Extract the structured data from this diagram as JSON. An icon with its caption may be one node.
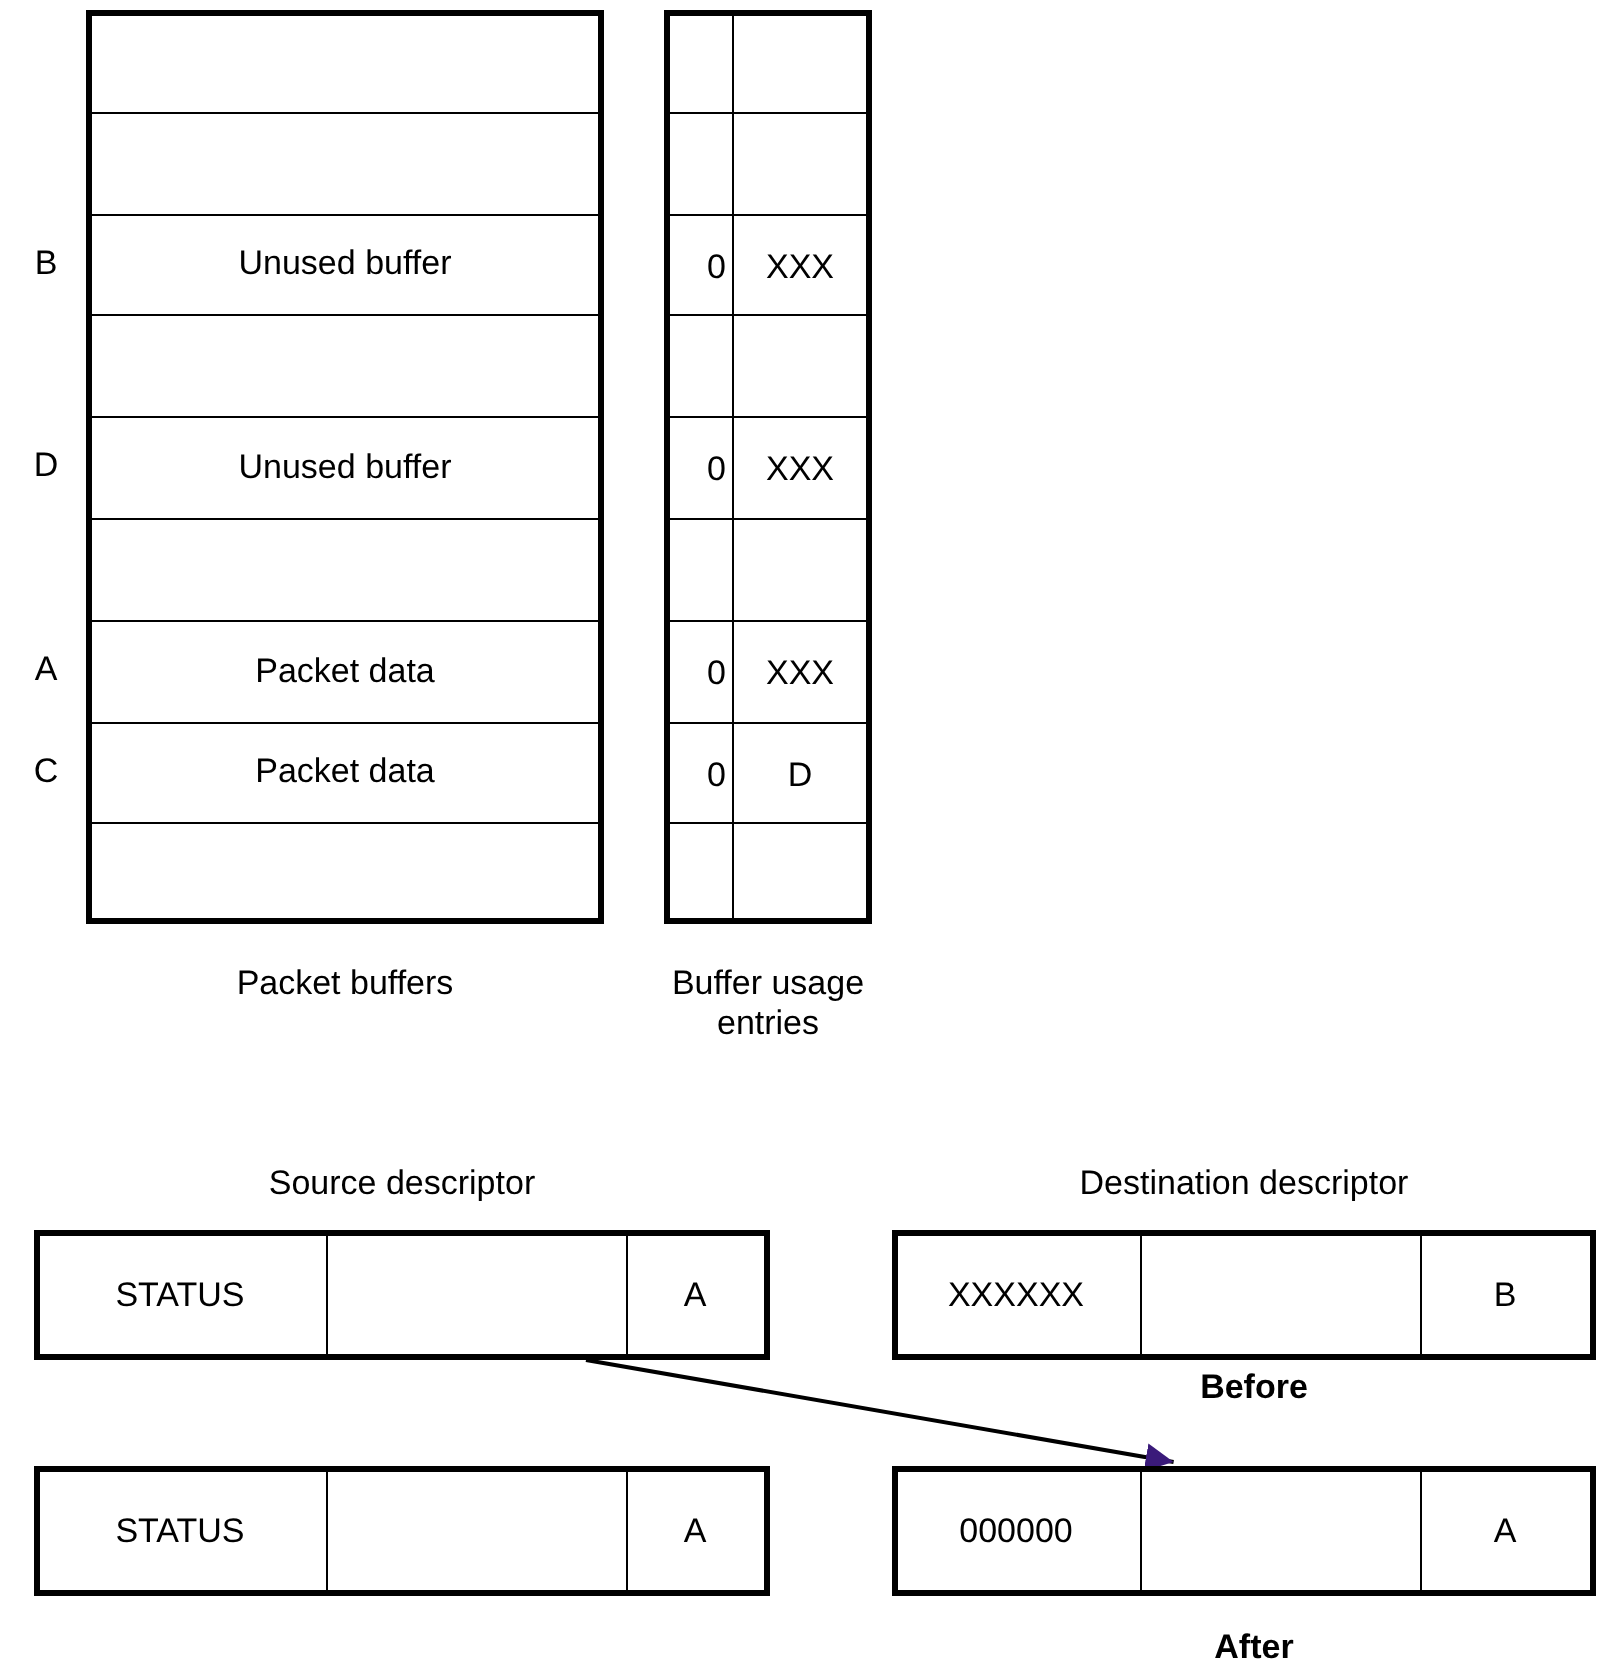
{
  "diagram": {
    "nodes": [
      {
        "text": [
          "Packet buffers"
        ]
      },
      {
        "text": [
          "Unused buffer"
        ],
        "in": 0,
        "beside": [
          "B"
        ]
      },
      {
        "text": [
          "Unused buffer"
        ],
        "in": 0,
        "beside": [
          "D"
        ]
      },
      {
        "text": [
          "Packet data"
        ],
        "in": 0,
        "beside": [
          "A"
        ]
      },
      {
        "text": [
          "Packet data"
        ],
        "in": 0,
        "beside": [
          "C"
        ]
      },
      {
        "text": [
          "Buffer usage entries"
        ]
      },
      {
        "text": [
          "Source descriptor",
          "STATUS",
          "A"
        ]
      },
      {
        "text": [
          "Destination descriptor",
          "XXXXXX",
          "B"
        ]
      },
      {
        "text": [
          "STATUS",
          "A"
        ]
      },
      {
        "text": [
          "000000",
          "A"
        ]
      }
    ],
    "edges": [
      {
        "from": 6,
        "to": 9,
        "arrow": "to"
      }
    ],
    "labels": [
      "0",
      "XXX",
      "0",
      "XXX",
      "0",
      "XXX",
      "0",
      "D",
      "Before",
      "After"
    ]
  }
}
